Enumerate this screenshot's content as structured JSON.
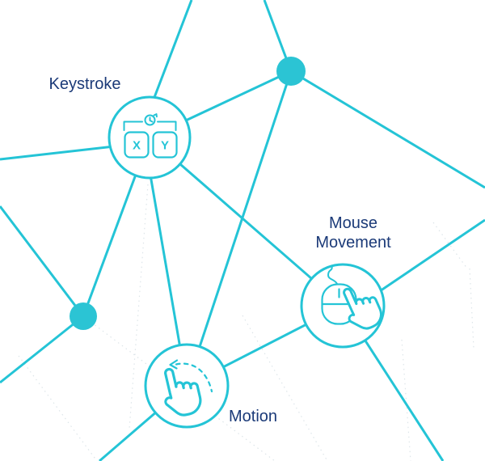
{
  "diagram": {
    "type": "network",
    "colors": {
      "accent": "#24c4d6",
      "dot_fill": "#2bc4d4",
      "label_text": "#1b3a78",
      "background": "#ffffff",
      "faint_line": "#c7d3da"
    },
    "nodes": [
      {
        "id": "keystroke",
        "label": "Keystroke",
        "icon": "keystroke-xy-timing-icon",
        "shape": "circle-outline"
      },
      {
        "id": "mouse-movement",
        "label": "Mouse Movement",
        "icon": "mouse-with-pointing-hand-icon",
        "shape": "circle-outline"
      },
      {
        "id": "motion",
        "label": "Motion",
        "icon": "swipe-hand-icon",
        "shape": "circle-outline"
      },
      {
        "id": "junction-top",
        "label": "",
        "shape": "filled-dot"
      },
      {
        "id": "junction-left",
        "label": "",
        "shape": "filled-dot"
      }
    ],
    "keystroke_keys": {
      "x": "X",
      "y": "Y"
    },
    "edges": [
      {
        "from": "keystroke",
        "to": "junction-top"
      },
      {
        "from": "keystroke",
        "to": "junction-left"
      },
      {
        "from": "keystroke",
        "to": "mouse-movement"
      },
      {
        "from": "keystroke",
        "to": "motion"
      },
      {
        "from": "keystroke",
        "to": "top-edge"
      },
      {
        "from": "keystroke",
        "to": "left-edge"
      },
      {
        "from": "junction-top",
        "to": "top-edge"
      },
      {
        "from": "junction-top",
        "to": "right-edge"
      },
      {
        "from": "junction-top",
        "to": "motion"
      },
      {
        "from": "junction-left",
        "to": "left-edge-upper"
      },
      {
        "from": "junction-left",
        "to": "left-edge-lower"
      },
      {
        "from": "mouse-movement",
        "to": "motion"
      },
      {
        "from": "mouse-movement",
        "to": "right-edge"
      },
      {
        "from": "mouse-movement",
        "to": "bottom-edge"
      },
      {
        "from": "motion",
        "to": "bottom-edge"
      }
    ]
  }
}
